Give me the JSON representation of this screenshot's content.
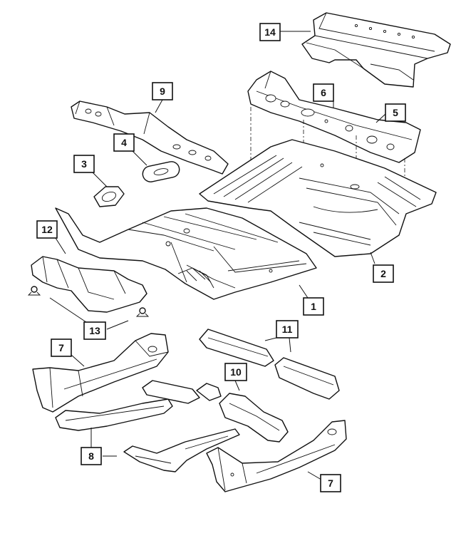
{
  "callouts": {
    "c1": "1",
    "c2": "2",
    "c3": "3",
    "c4": "4",
    "c5": "5",
    "c6": "6",
    "c7a": "7",
    "c7b": "7",
    "c8": "8",
    "c9": "9",
    "c10": "10",
    "c11": "11",
    "c12": "12",
    "c13": "13",
    "c14": "14"
  },
  "colors": {
    "ink": "#111111",
    "paper": "#ffffff"
  }
}
